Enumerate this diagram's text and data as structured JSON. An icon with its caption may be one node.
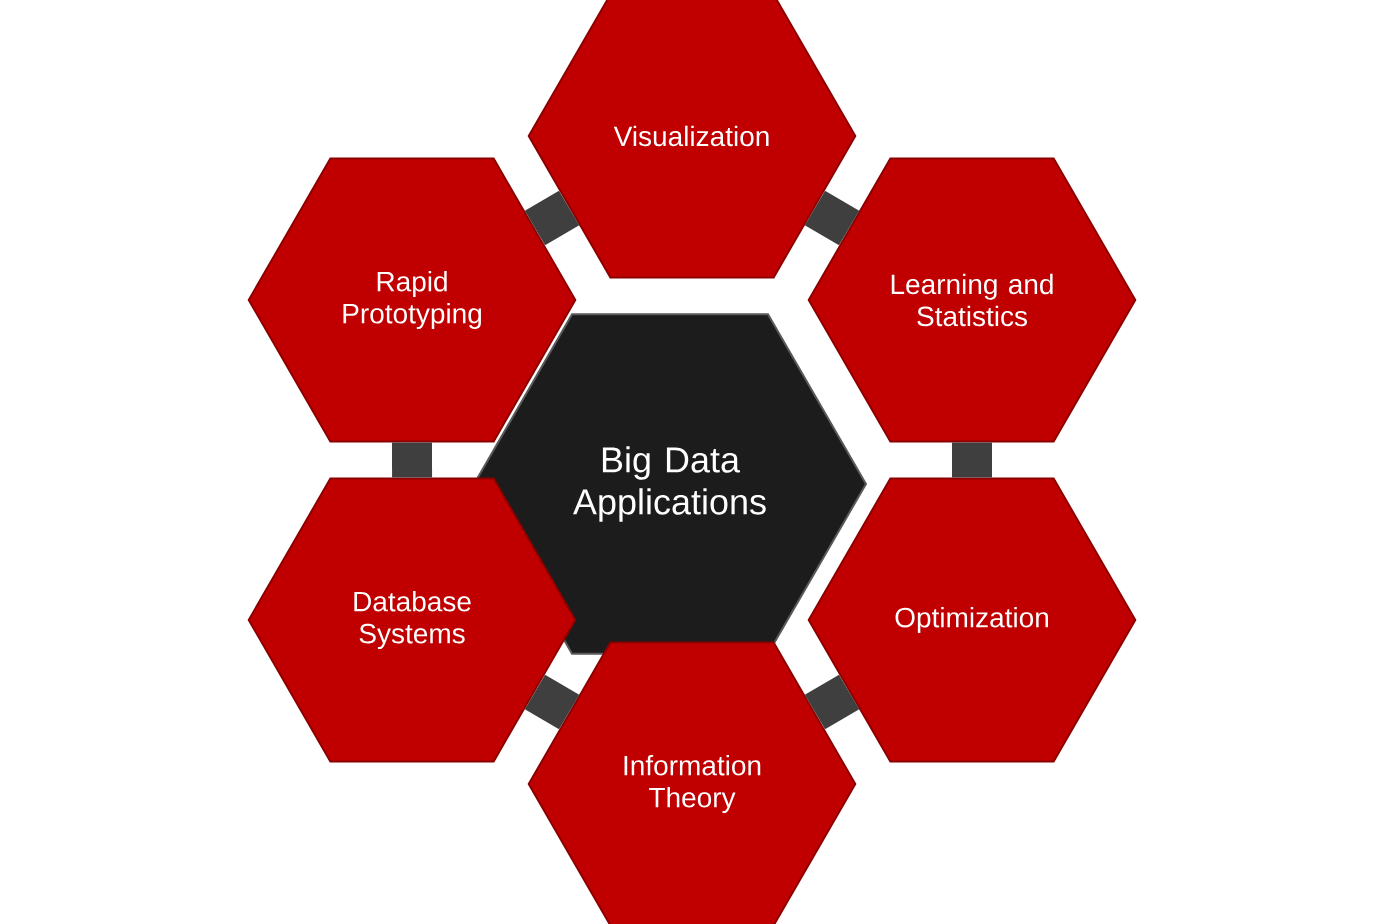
{
  "diagram": {
    "nodes": [
      {
        "text": [
          "Visualization"
        ]
      },
      {
        "text": [
          "Rapid Prototyping"
        ]
      },
      {
        "text": [
          "Learning and Statistics"
        ]
      },
      {
        "text": [
          "Big Data Applications"
        ]
      },
      {
        "text": [
          "Database Systems"
        ]
      },
      {
        "text": [
          "Optimization"
        ]
      },
      {
        "text": [
          "Information Theory"
        ]
      }
    ],
    "edges": [
      {
        "from": 1,
        "to": 0,
        "arrow": "none"
      },
      {
        "from": 0,
        "to": 2,
        "arrow": "none"
      },
      {
        "from": 2,
        "to": 5,
        "arrow": "none"
      },
      {
        "from": 5,
        "to": 6,
        "arrow": "none"
      },
      {
        "from": 6,
        "to": 4,
        "arrow": "none"
      },
      {
        "from": 4,
        "to": 1,
        "arrow": "none"
      }
    ]
  }
}
